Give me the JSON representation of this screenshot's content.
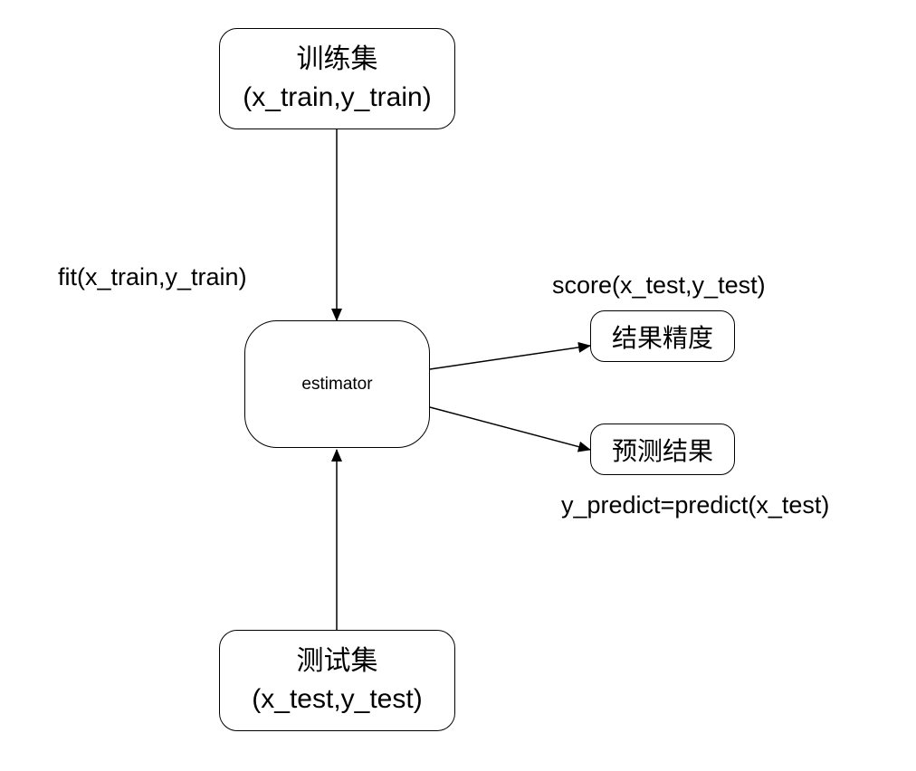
{
  "nodes": {
    "train_set": {
      "title": "训练集",
      "subtitle": "(x_train,y_train)"
    },
    "test_set": {
      "title": "测试集",
      "subtitle": "(x_test,y_test)"
    },
    "estimator": {
      "label": "estimator"
    },
    "accuracy": {
      "label": "结果精度"
    },
    "prediction": {
      "label": "预测结果"
    }
  },
  "edge_labels": {
    "fit": "fit(x_train,y_train)",
    "score": "score(x_test,y_test)",
    "predict": "y_predict=predict(x_test)"
  },
  "colors": {
    "stroke": "#000000",
    "background": "#ffffff"
  }
}
